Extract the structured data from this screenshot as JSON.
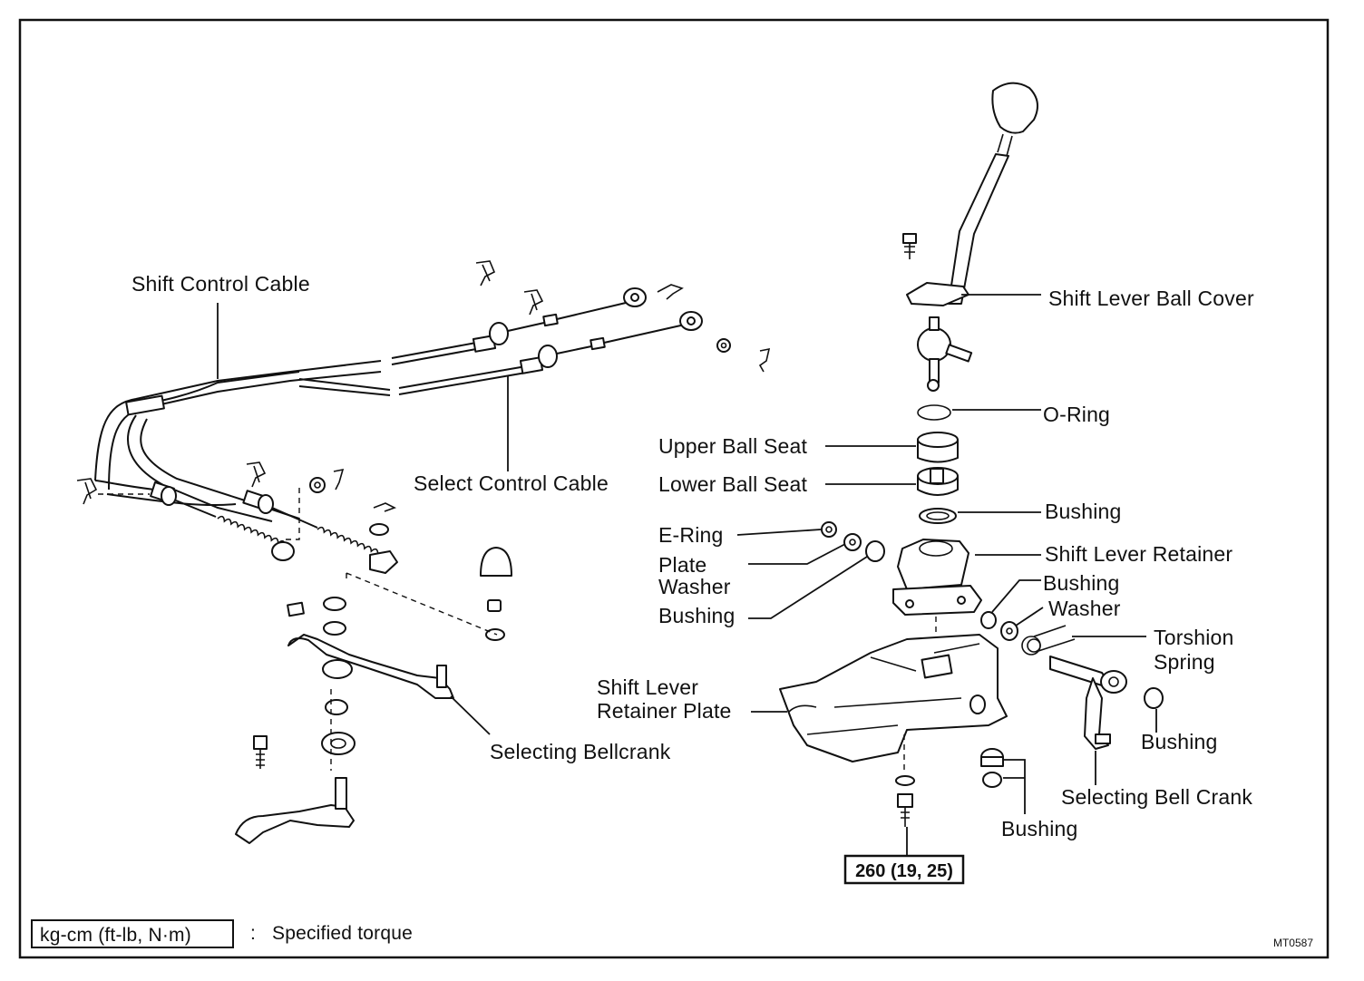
{
  "labels": {
    "shift_control_cable": "Shift Control Cable",
    "select_control_cable": "Select Control Cable",
    "selecting_bellcrank": "Selecting Bellcrank",
    "shift_lever_ball_cover": "Shift Lever Ball Cover",
    "o_ring": "O-Ring",
    "upper_ball_seat": "Upper Ball Seat",
    "lower_ball_seat": "Lower Ball Seat",
    "bushing_upper": "Bushing",
    "e_ring": "E-Ring",
    "plate_washer_line1": "Plate",
    "plate_washer_line2": "Washer",
    "shift_lever_retainer": "Shift Lever Retainer",
    "bushing_left": "Bushing",
    "bushing_right1": "Bushing",
    "washer": "Washer",
    "torsion_spring_line1": "Torshion",
    "torsion_spring_line2": "Spring",
    "shift_lever_retainer_plate_line1": "Shift Lever",
    "shift_lever_retainer_plate_line2": "Retainer Plate",
    "bushing_right2": "Bushing",
    "selecting_bell_crank": "Selecting Bell Crank",
    "bushing_bottom": "Bushing"
  },
  "torque": {
    "value": "260 (19, 25)"
  },
  "legend": {
    "unit_box": "kg-cm (ft-lb, N·m)",
    "separator": ":",
    "description": "Specified torque"
  },
  "figure_code": "MT0587"
}
